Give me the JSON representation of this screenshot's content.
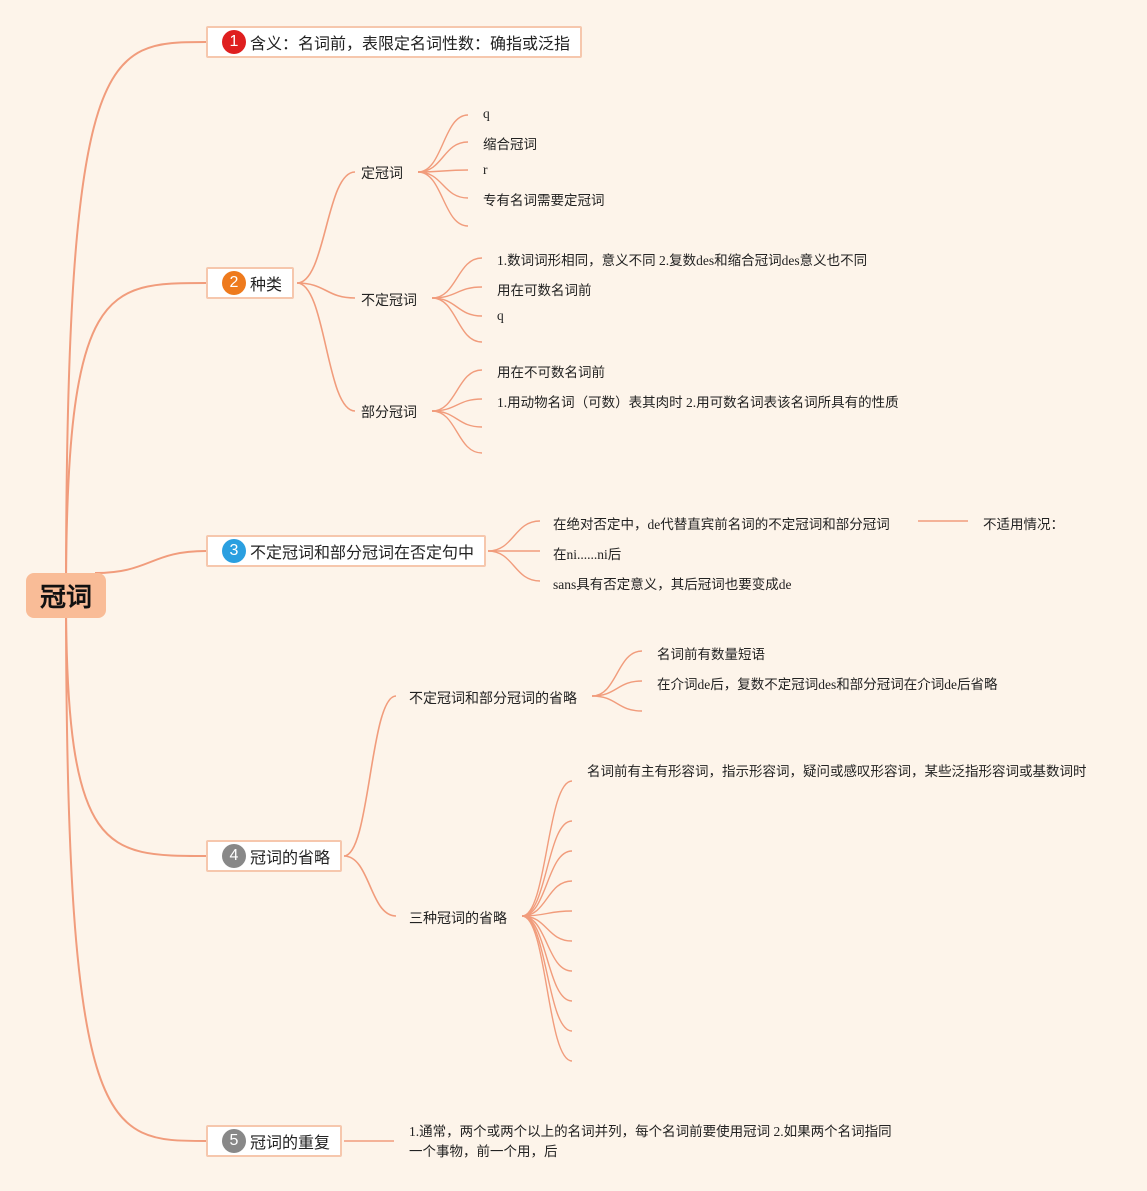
{
  "colors": {
    "line": "#f19c7c",
    "root_bg": "#f9bc97",
    "badge_1": "#df1f1f",
    "badge_2": "#ee7a1d",
    "badge_3": "#2a9fe0",
    "badge_4": "#888888",
    "badge_5": "#888888"
  },
  "root": {
    "label": "冠词"
  },
  "topics": [
    {
      "num": "1",
      "label": "含义：名词前，表限定名词性数：确指或泛指"
    },
    {
      "num": "2",
      "label": "种类"
    },
    {
      "num": "3",
      "label": "不定冠词和部分冠词在否定句中"
    },
    {
      "num": "4",
      "label": "冠词的省略"
    },
    {
      "num": "5",
      "label": "冠词的重复"
    }
  ],
  "kinds": {
    "definite": {
      "label": "定冠词",
      "items": [
        "q",
        "缩合冠词",
        "r",
        "专有名词需要定冠词"
      ]
    },
    "indefinite": {
      "label": "不定冠词",
      "items": [
        "1.数词词形相同，意义不同 2.复数des和缩合冠词des意义也不同",
        "用在可数名词前",
        "q"
      ]
    },
    "partitive": {
      "label": "部分冠词",
      "items": [
        "用在不可数名词前",
        "1.用动物名词（可数）表其肉时 2.用可数名词表该名词所具有的性质"
      ]
    }
  },
  "negation": {
    "items": [
      "在绝对否定中，de代替直宾前名词的不定冠词和部分冠词",
      "在ni......ni后",
      "sans具有否定意义，其后冠词也要变成de"
    ],
    "extra": "不适用情况："
  },
  "omission": {
    "sub1": {
      "label": "不定冠词和部分冠词的省略",
      "items": [
        "名词前有数量短语",
        "在介词de后，复数不定冠词des和部分冠词在介词de后省略"
      ]
    },
    "sub2": {
      "label": "三种冠词的省略",
      "items": [
        "名词前有主有形容词，指示形容词，疑问或感叹形容词，某些泛指形容词或基数词时"
      ]
    }
  },
  "repeat": {
    "text": "1.通常，两个或两个以上的名词并列，每个名词前要使用冠词 2.如果两个名词指同一个事物，前一个用，后"
  }
}
